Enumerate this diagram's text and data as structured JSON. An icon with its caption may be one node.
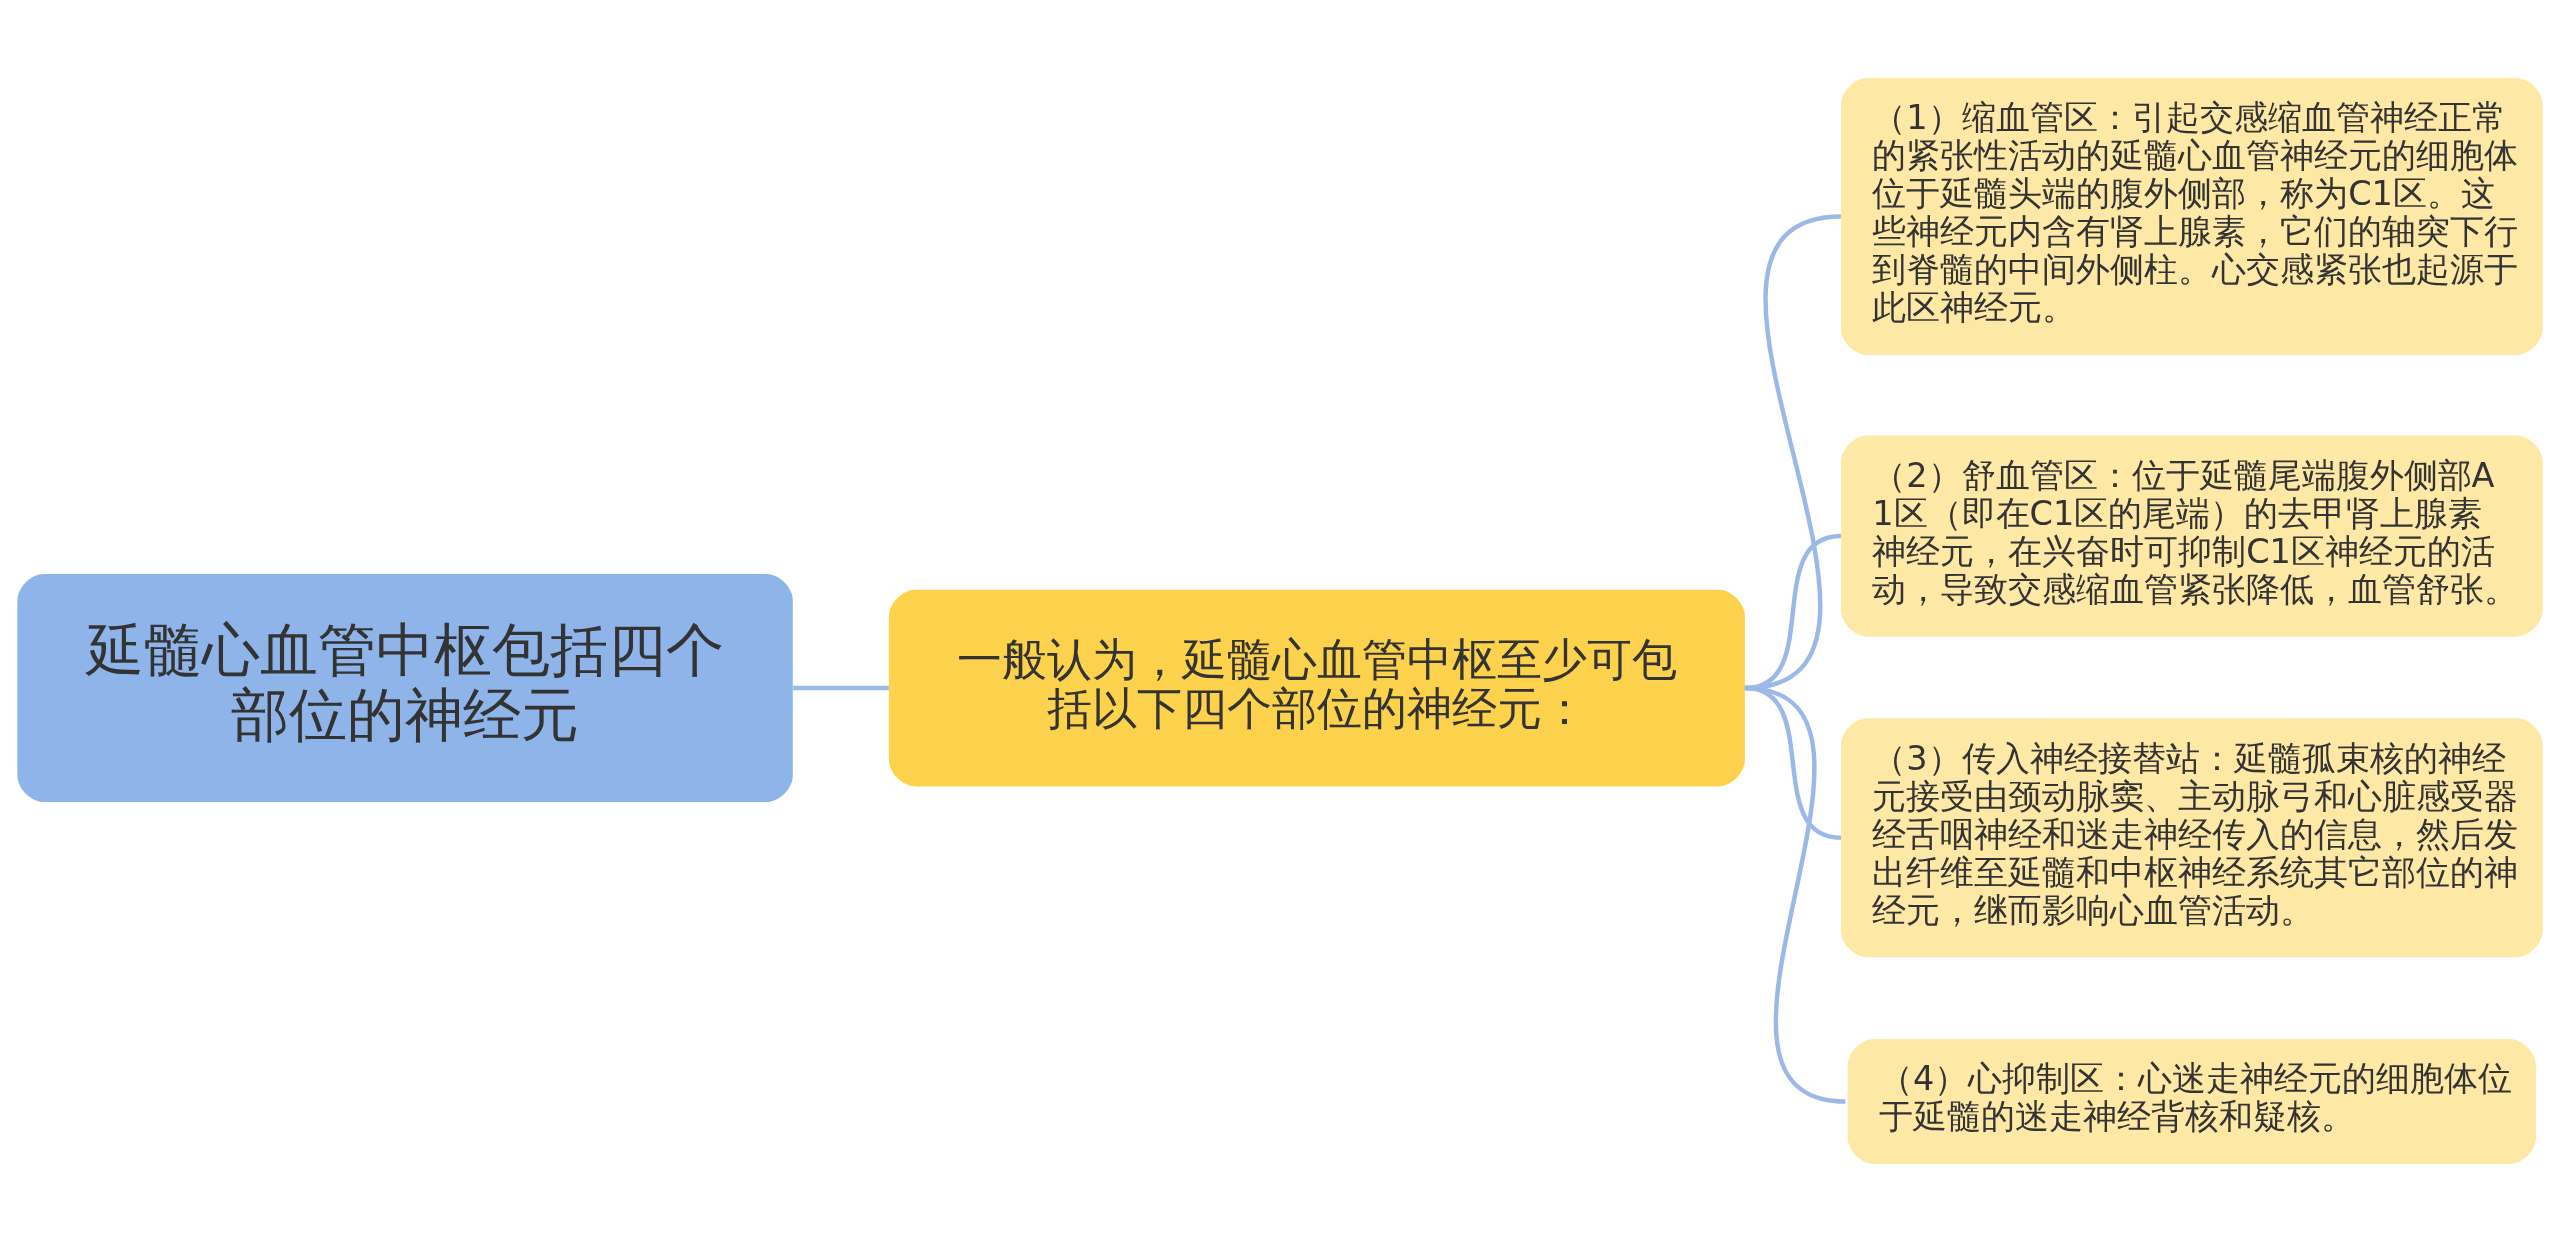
{
  "diagram": {
    "nodes": [
      {
        "text": [
          "延髓心血管中枢包括四个部位的神经元"
        ]
      },
      {
        "text": [
          "一般认为，延髓心血管中枢至少可包括以下四个部位的神经元："
        ]
      },
      {
        "text": [
          "（1）缩血管区：引起交感缩血管神经正常的紧张性活动的延髓心血管神经元的细胞体位于延髓头端的腹外侧部，称为C1区。这些神经元内含有肾上腺素，它们的轴突下行到脊髓的中间外侧柱。心交感紧张也起源于此区神经元。"
        ]
      },
      {
        "text": [
          "（2）舒血管区：位于延髓尾端腹外侧部A1区（即在C1区的尾端）的去甲肾上腺素神经元，在兴奋时可抑制C1区神经元的活动，导致交感缩血管紧张降低，血管舒张。"
        ]
      },
      {
        "text": [
          "（3）传入神经接替站：延髓孤束核的神经元接受由颈动脉窦、主动脉弓和心脏感受器经舌咽神经和迷走神经传入的信息，然后发出纤维至延髓和中枢神经系统其它部位的神经元，继而影响心血管活动。"
        ]
      },
      {
        "text": [
          "（4）心抑制区：心迷走神经元的细胞体位于延髓的迷走神经背核和疑核。"
        ]
      }
    ],
    "edges": [
      {
        "from": 0,
        "to": 1,
        "arrow": "none"
      },
      {
        "from": 1,
        "to": 2,
        "arrow": "none"
      },
      {
        "from": 1,
        "to": 3,
        "arrow": "none"
      },
      {
        "from": 1,
        "to": 4,
        "arrow": "none"
      },
      {
        "from": 1,
        "to": 5,
        "arrow": "none"
      }
    ]
  }
}
